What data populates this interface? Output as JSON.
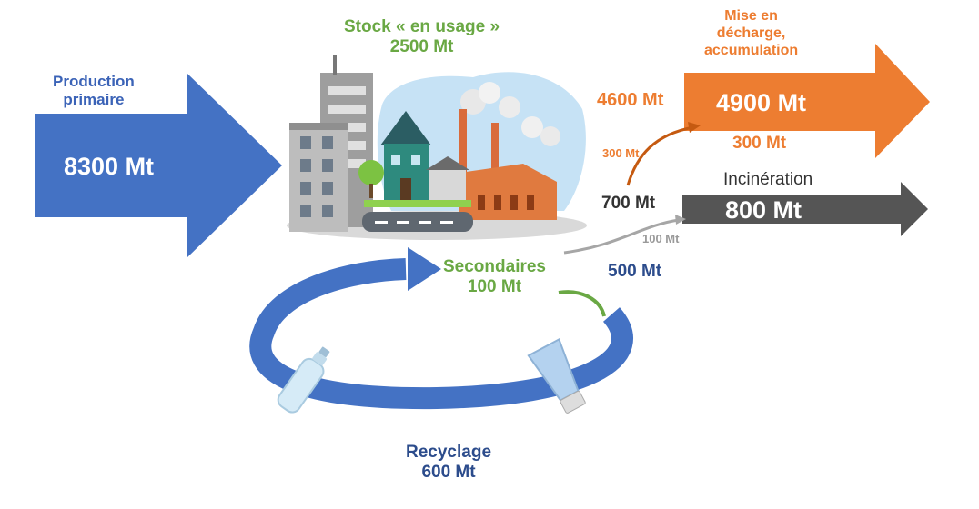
{
  "production": {
    "title_line1": "Production",
    "title_line2": "primaire",
    "value": "8300 Mt"
  },
  "stock": {
    "title": "Stock « en usage »",
    "value": "2500 Mt"
  },
  "landfill": {
    "title_line1": "Mise en",
    "title_line2": "décharge,",
    "title_line3": "accumulation",
    "value": "4900 Mt",
    "input_value": "4600 Mt",
    "secondary_flow": "300 Mt",
    "secondary_flow_out": "300 Mt"
  },
  "incineration": {
    "title": "Incinération",
    "value": "800 Mt",
    "input_value": "700 Mt",
    "secondary_flow": "100 Mt"
  },
  "secondary": {
    "title": "Secondaires",
    "value": "100 Mt",
    "out_flow": "500 Mt"
  },
  "recycling": {
    "title": "Recyclage",
    "value": "600 Mt"
  },
  "colors": {
    "production": "#4472c4",
    "stock": "#6aa844",
    "landfill": "#ed7d31",
    "incineration": "#595959",
    "recycling": "#4472c4",
    "minor_flow": "#a6a6a6"
  },
  "icons": [
    "city-illustration",
    "plastic-bottle-icon",
    "plastic-tube-icon"
  ]
}
